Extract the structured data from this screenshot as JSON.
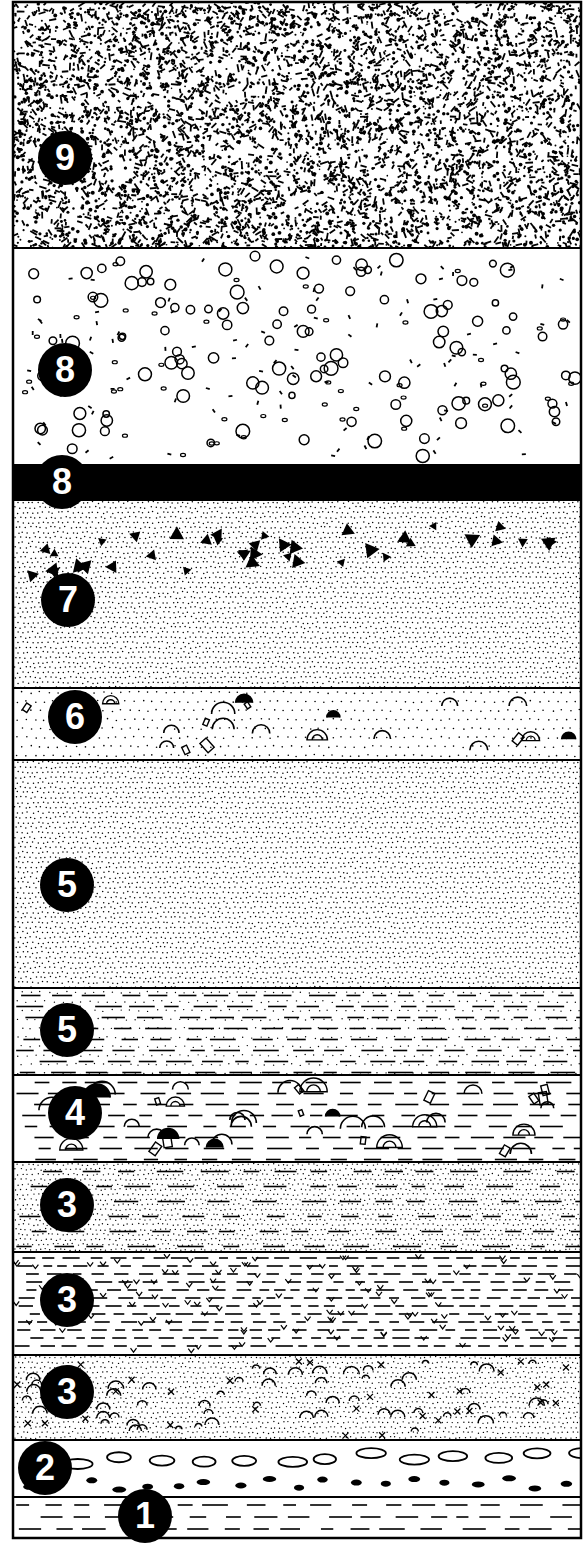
{
  "diagram": {
    "nodes": [
      {
        "text": [
          "9"
        ]
      },
      {
        "text": [
          "8"
        ]
      },
      {
        "text": [
          "8"
        ]
      },
      {
        "text": [
          "7"
        ]
      },
      {
        "text": [
          "6"
        ]
      },
      {
        "text": [
          "5"
        ]
      },
      {
        "text": [
          "5"
        ]
      },
      {
        "text": [
          "4"
        ]
      },
      {
        "text": [
          "3"
        ]
      },
      {
        "text": [
          "3"
        ]
      },
      {
        "text": [
          "3"
        ]
      },
      {
        "text": [
          "2"
        ]
      },
      {
        "text": [
          "1"
        ]
      }
    ]
  }
}
